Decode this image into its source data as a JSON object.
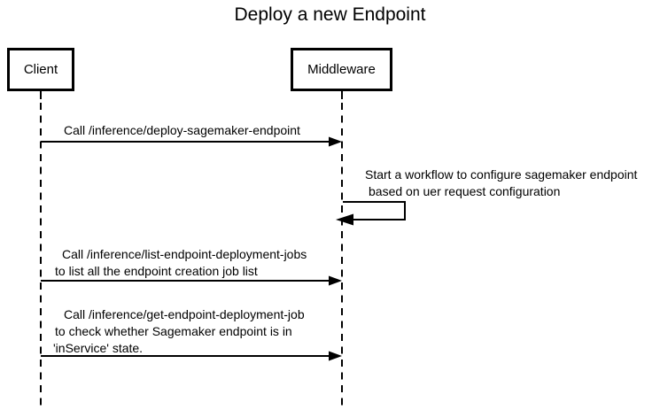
{
  "title": "Deploy a new Endpoint",
  "actors": {
    "client": "Client",
    "middleware": "Middleware"
  },
  "messages": {
    "deploy": {
      "lines": [
        "Call /inference/deploy-sagemaker-endpoint"
      ]
    },
    "workflow_note": {
      "lines": [
        "Start a workflow to configure sagemaker endpoint",
        "based on uer request configuration"
      ]
    },
    "list_jobs": {
      "lines": [
        "Call /inference/list-endpoint-deployment-jobs",
        "to list all the endpoint creation job list"
      ]
    },
    "get_job": {
      "lines": [
        "Call /inference/get-endpoint-deployment-job",
        "to check whether Sagemaker endpoint is in",
        "'inService' state."
      ]
    }
  },
  "colors": {
    "background": "#ffffff",
    "line": "#000000",
    "text": "#000000"
  }
}
